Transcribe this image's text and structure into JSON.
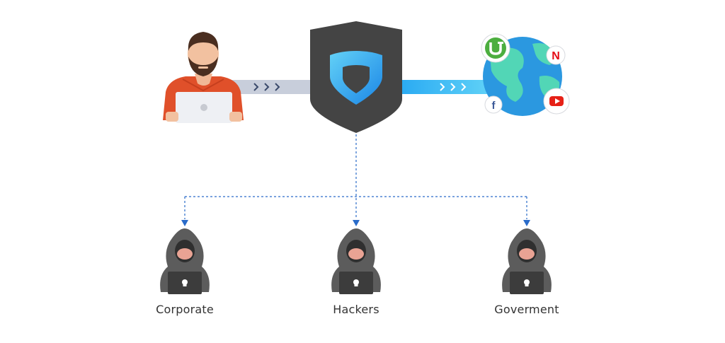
{
  "colors": {
    "shield": "#444444",
    "shield_inner": "#2aa9f1",
    "pipe_left": "#c5cbd8",
    "pipe_right": "#2fb6f4",
    "arrow_chevron": "#3b4a6b",
    "dash_line": "#2a6bc9",
    "hacker": "#5b5b5b",
    "globe_water": "#2b98e0",
    "globe_land": "#52d6b6",
    "shirt": "#e0502a",
    "skin": "#f2c1a0",
    "hair": "#4a2e20"
  },
  "icons": [
    "user-laptop-icon",
    "vpn-shield-icon",
    "globe-icon",
    "utorrent-icon",
    "netflix-icon",
    "facebook-icon",
    "youtube-icon",
    "hacker-icon"
  ],
  "icon_glyphs": {
    "netflix": "N",
    "facebook": "f"
  },
  "targets": [
    {
      "label": "Corporate"
    },
    {
      "label": "Hackers"
    },
    {
      "label": "Goverment"
    }
  ]
}
